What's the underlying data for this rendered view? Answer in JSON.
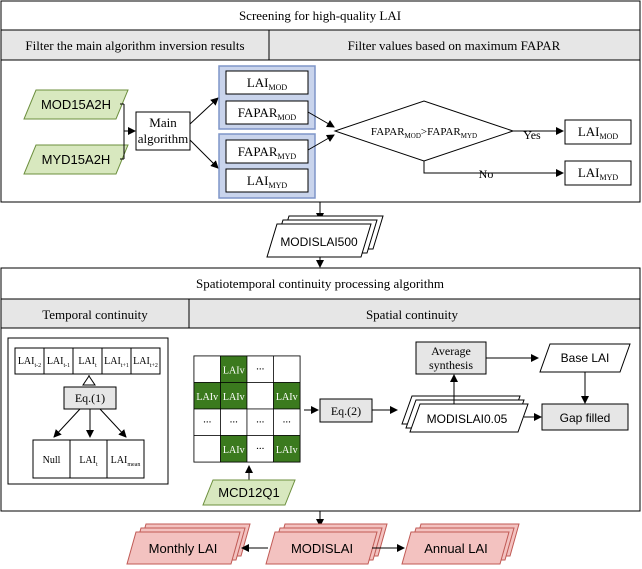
{
  "screening": {
    "title": "Screening for high-quality LAI",
    "left_header": "Filter the main algorithm inversion results",
    "right_header": "Filter values based on maximum FAPAR",
    "inputs": {
      "mod": "MOD15A2H",
      "myd": "MYD15A2H"
    },
    "main_algorithm": {
      "line1": "Main",
      "line2": "algorithm"
    },
    "mod_group": {
      "lai": "LAI",
      "lai_sub": "MOD",
      "fapar": "FAPAR",
      "fapar_sub": "MOD"
    },
    "myd_group": {
      "fapar": "FAPAR",
      "fapar_sub": "MYD",
      "lai": "LAI",
      "lai_sub": "MYD"
    },
    "decision": {
      "a": "FAPAR",
      "a_sub": "MOD",
      "op": ">",
      "b": "FAPAR",
      "b_sub": "MYD"
    },
    "yes_label": "Yes",
    "no_label": "No",
    "out_yes": {
      "main": "LAI",
      "sub": "MOD"
    },
    "out_no": {
      "main": "LAI",
      "sub": "MYD"
    }
  },
  "modis500": "MODISLAI500",
  "continuity": {
    "title": "Spatiotemporal continuity processing algorithm",
    "temporal_header": "Temporal continuity",
    "spatial_header": "Spatial continuity",
    "series": [
      {
        "main": "LAI",
        "sub": "t-2"
      },
      {
        "main": "LAI",
        "sub": "t-1"
      },
      {
        "main": "LAI",
        "sub": "t"
      },
      {
        "main": "LAI",
        "sub": "t+1"
      },
      {
        "main": "LAI",
        "sub": "t+2"
      }
    ],
    "eq1": "Eq.(1)",
    "results": [
      {
        "main": "Null",
        "sub": ""
      },
      {
        "main": "LAI",
        "sub": "t"
      },
      {
        "main": "LAI",
        "sub": "mean"
      }
    ],
    "laiv": "LAIv",
    "ellipsis": "...",
    "mcd": "MCD12Q1",
    "eq2": "Eq.(2)",
    "average": {
      "line1": "Average",
      "line2": "synthesis"
    },
    "base_lai": "Base LAI",
    "modis005": "MODISLAI0.05",
    "gap_filled": "Gap filled"
  },
  "outputs": {
    "monthly": "Monthly LAI",
    "modislai": "MODISLAI",
    "annual": "Annual LAI"
  },
  "colors": {
    "input_green": "#d8e8bf",
    "group_blue": "#c9d4ec",
    "group_border": "#7f95c8",
    "cell_green": "#3b7a1e",
    "output_pink": "#f3c2c0",
    "header_gray": "#e6e6e6"
  }
}
